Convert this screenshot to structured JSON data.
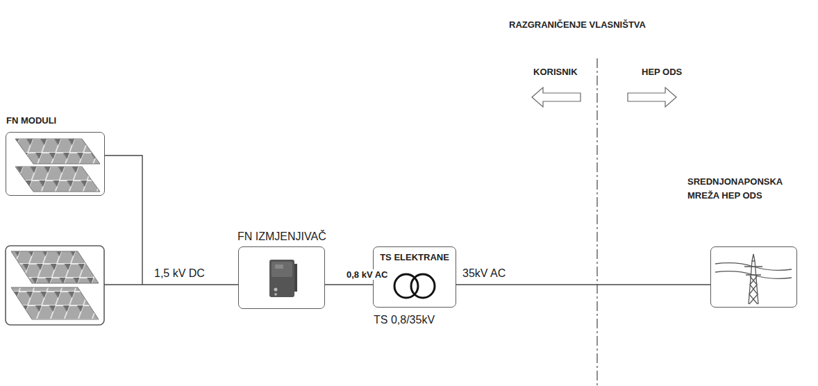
{
  "diagram": {
    "nodes": [
      {
        "text": [
          "FN MODULI"
        ]
      },
      {
        "text": [
          "FN IZMJENJIVAČ"
        ]
      },
      {
        "text": [
          "TS ELEKTRANE",
          "TS 0,8/35kV"
        ]
      },
      {
        "text": [
          "SREDNJONAPONSKA MREŽA HEP ODS"
        ]
      }
    ],
    "edges": [
      {
        "from": 0,
        "to": 1,
        "label": "1,5 kV DC",
        "arrow": "none"
      },
      {
        "from": 1,
        "to": 2,
        "label": "0,8 kV AC",
        "arrow": "none"
      },
      {
        "from": 2,
        "to": 3,
        "label": "35kV AC",
        "arrow": "none"
      }
    ],
    "labels": [
      "RAZGRANIČENJE VLASNIŠTVA",
      "KORISNIK",
      "HEP ODS"
    ]
  }
}
